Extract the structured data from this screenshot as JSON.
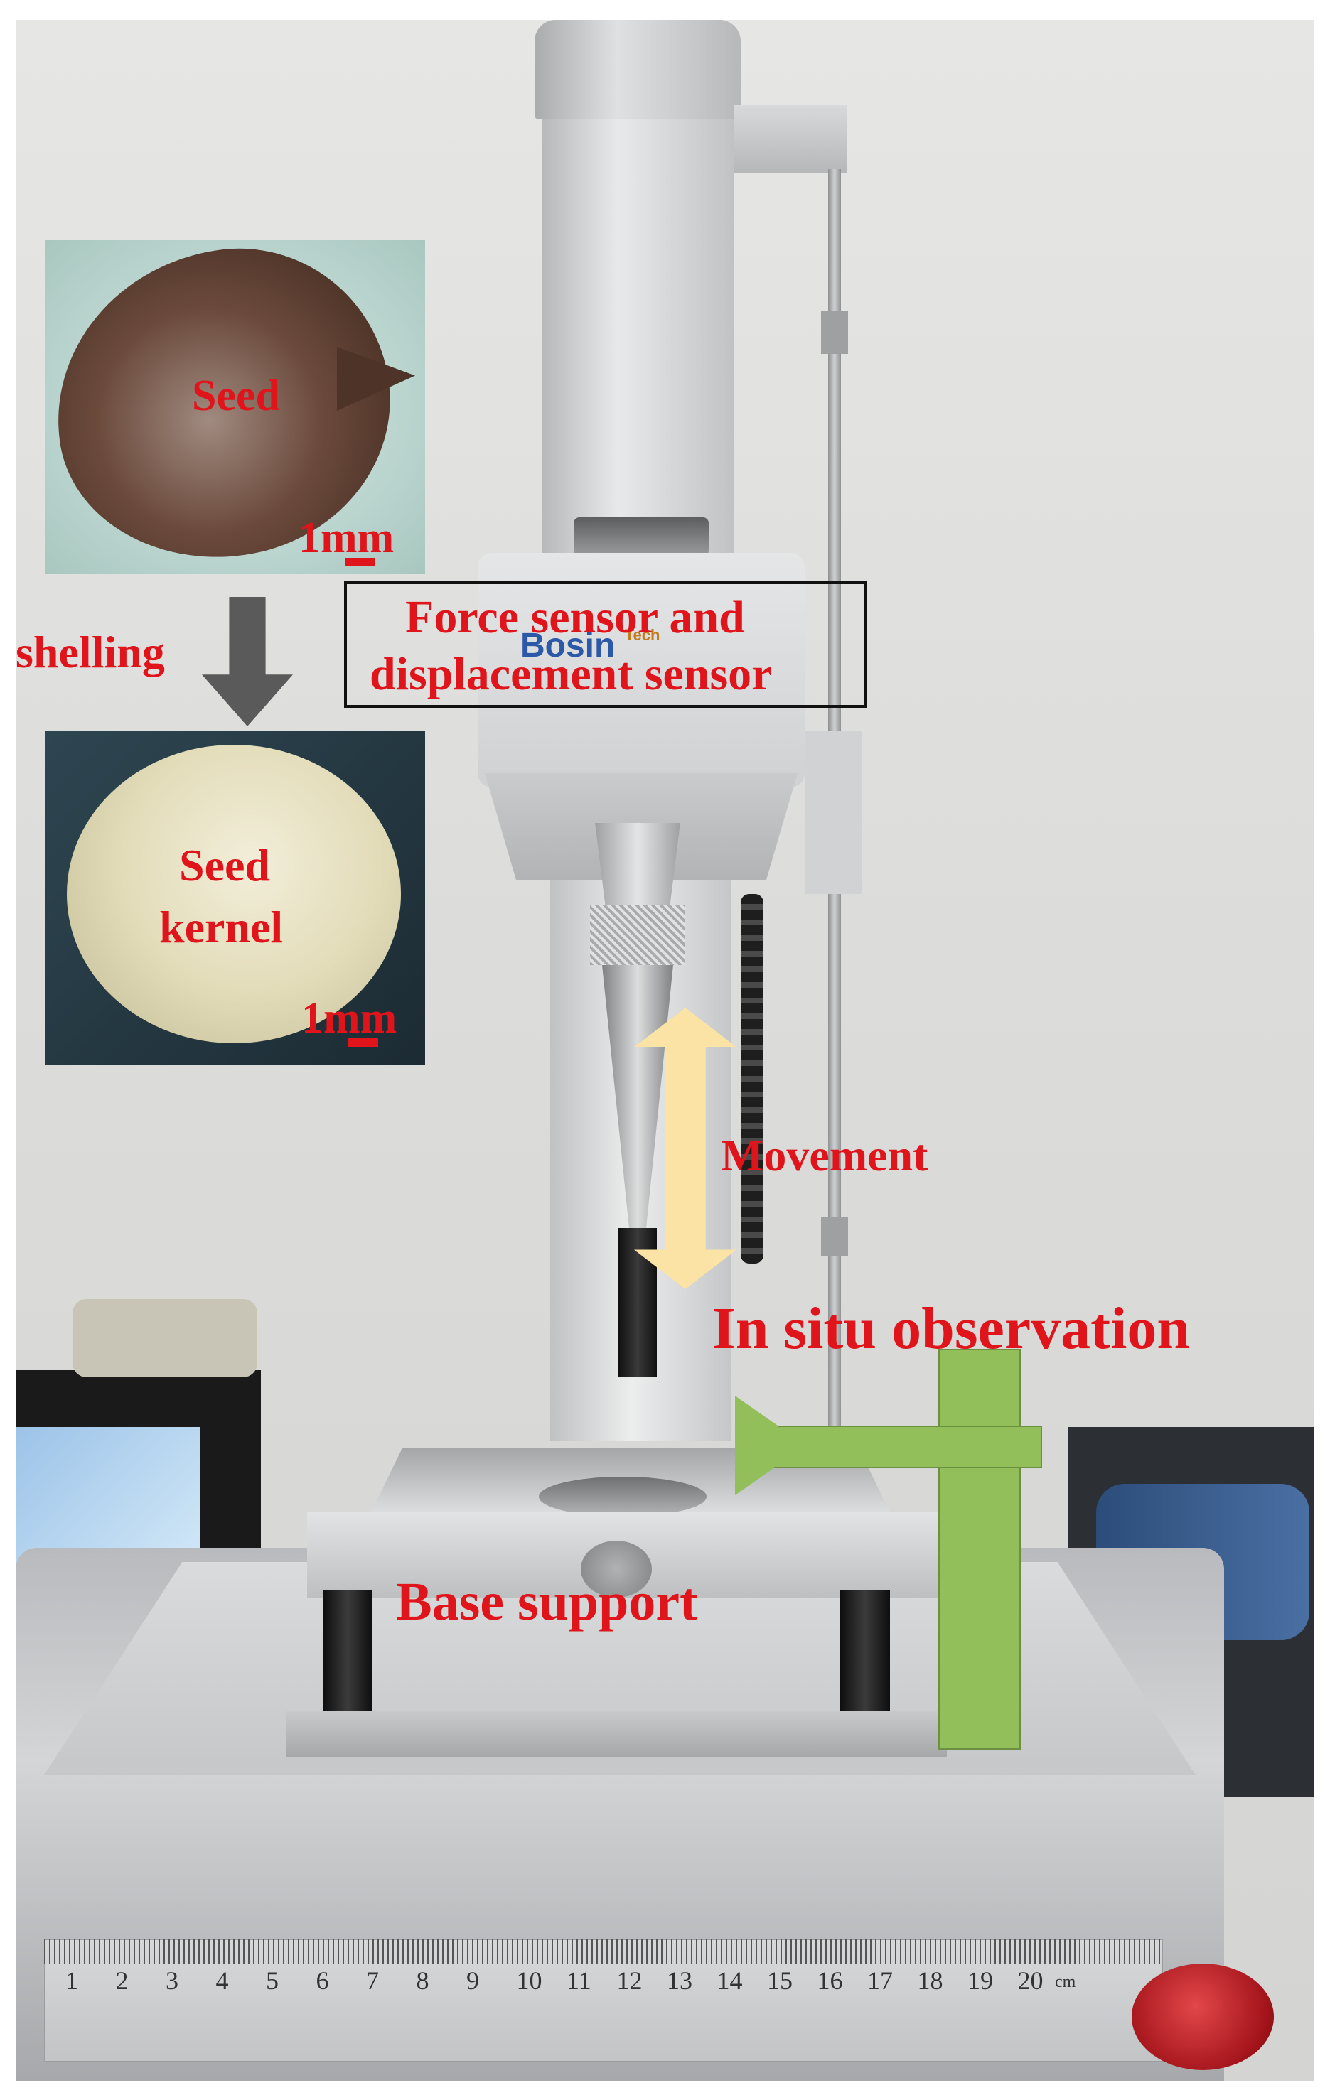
{
  "labels": {
    "seed": "Seed",
    "seed_scale": "1mm",
    "shelling": "shelling",
    "kernel_line1": "Seed",
    "kernel_line2": "kernel",
    "kernel_scale": "1mm",
    "force_line1": "Force sensor and",
    "force_line2": "displacement sensor",
    "movement": "Movement",
    "in_situ": "In situ observation",
    "base_support": "Base support"
  },
  "brand": {
    "name": "Bosin",
    "sub": "Tech"
  },
  "ruler": {
    "numbers": [
      "1",
      "2",
      "3",
      "4",
      "5",
      "6",
      "7",
      "8",
      "9",
      "10",
      "11",
      "12",
      "13",
      "14",
      "15",
      "16",
      "17",
      "18",
      "19",
      "20"
    ],
    "unit": "cm"
  },
  "colors": {
    "label_red": "#e0141b",
    "arrow_fill": "#fbe3a6",
    "observation_green": "#92bf5a",
    "shelling_arrow": "#5a5a5a",
    "frame_silver": "#c9cbcd"
  }
}
